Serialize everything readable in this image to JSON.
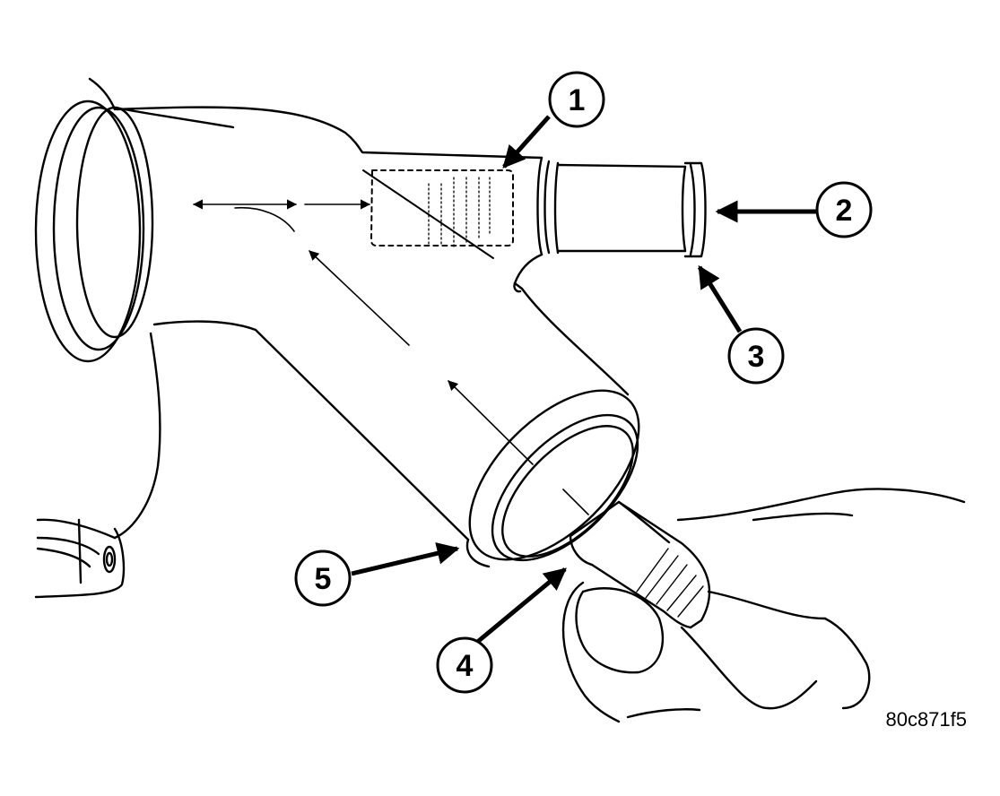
{
  "figure_id": "80c871f5",
  "callouts": [
    "1",
    "2",
    "3",
    "4",
    "5"
  ],
  "colors": {
    "ink": "#000000",
    "paper": "#ffffff"
  }
}
